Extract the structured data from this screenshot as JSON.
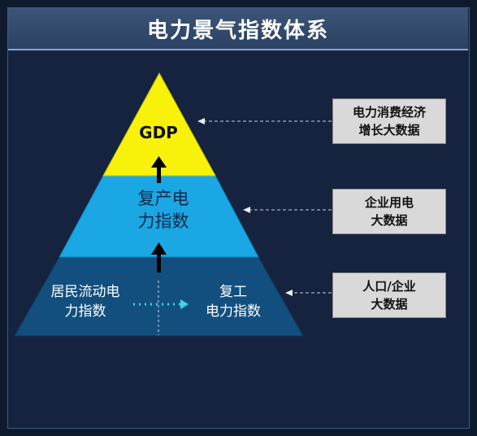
{
  "title": "电力景气指数体系",
  "pyramid": {
    "top": "GDP",
    "middle": [
      "复产电",
      "力指数"
    ],
    "bottom_left": [
      "居民流动电",
      "力指数"
    ],
    "bottom_right": [
      "复工",
      "电力指数"
    ]
  },
  "data_sources": [
    [
      "电力消费经济",
      "增长大数据"
    ],
    [
      "企业用电",
      "大数据"
    ],
    [
      "人口/企业",
      "大数据"
    ]
  ],
  "colors": {
    "top_tier": "#f8f20a",
    "middle_tier": "#1aa7e3",
    "bottom_tier": "#124f7e",
    "background": "#15233e",
    "box_fill": "#d9d9d9"
  }
}
